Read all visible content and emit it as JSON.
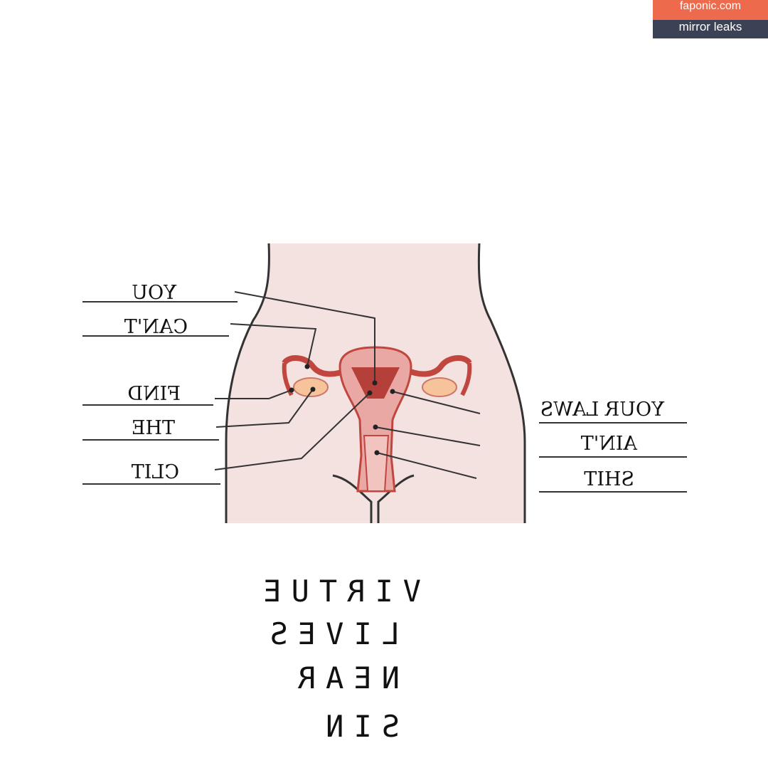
{
  "watermark": {
    "site": "faponic.com",
    "tagline": "mirror leaks"
  },
  "labels_left": [
    "YOU",
    "CAN'T",
    "FIND",
    "THE",
    "CLIT"
  ],
  "labels_right": [
    "YOUR LAWS",
    "AIN'T",
    "SHIT"
  ],
  "caption": [
    "VIRTUE",
    "LIVES",
    "NEAR",
    "SIN"
  ],
  "colors": {
    "body_fill": "#f3e2e0",
    "organ_fill": "#e9a8a3",
    "organ_dark": "#c0463f",
    "ovary": "#f6c39a",
    "line": "#333333"
  }
}
